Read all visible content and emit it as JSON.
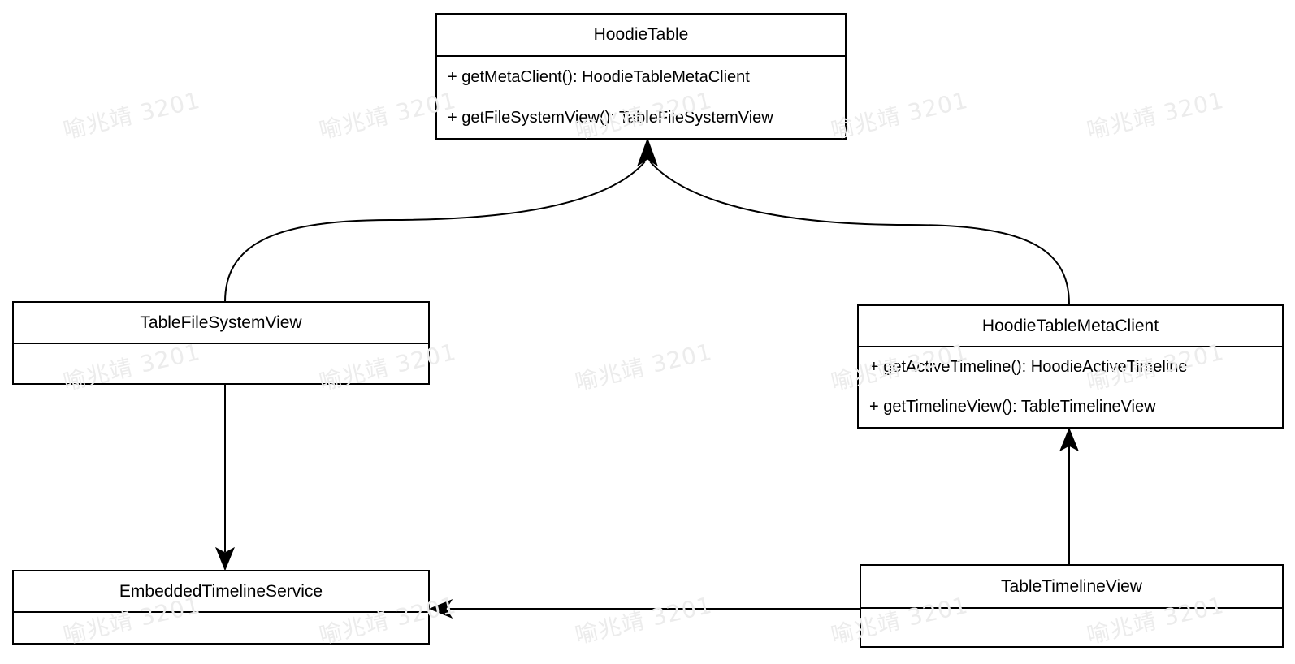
{
  "watermark": {
    "text": "喻兆靖 3201",
    "color": "#ececec"
  },
  "colors": {
    "background": "#ffffff",
    "box_fill": "#ffffff",
    "box_border": "#000000",
    "text": "#000000",
    "edge": "#000000"
  },
  "classes": [
    {
      "name": "HoodieTable",
      "methods": [
        "+ getMetaClient(): HoodieTableMetaClient",
        "+ getFileSystemView(): TableFileSystemView"
      ]
    },
    {
      "name": "TableFileSystemView",
      "methods": []
    },
    {
      "name": "HoodieTableMetaClient",
      "methods": [
        "+ getActiveTimeline(): HoodieActiveTimeline",
        "+ getTimelineView(): TableTimelineView"
      ]
    },
    {
      "name": "EmbeddedTimelineService",
      "methods": []
    },
    {
      "name": "TableTimelineView",
      "methods": []
    }
  ],
  "relationships": [
    {
      "from": "TableFileSystemView",
      "to": "HoodieTable",
      "style": "curved arrow into bottom of HoodieTable"
    },
    {
      "from": "HoodieTableMetaClient",
      "to": "HoodieTable",
      "style": "curved arrow into bottom of HoodieTable"
    },
    {
      "from": "TableFileSystemView",
      "to": "EmbeddedTimelineService",
      "style": "straight arrow down"
    },
    {
      "from": "TableTimelineView",
      "to": "HoodieTableMetaClient",
      "style": "straight arrow up"
    },
    {
      "from": "TableTimelineView",
      "to": "EmbeddedTimelineService",
      "style": "straight arrow left"
    }
  ]
}
